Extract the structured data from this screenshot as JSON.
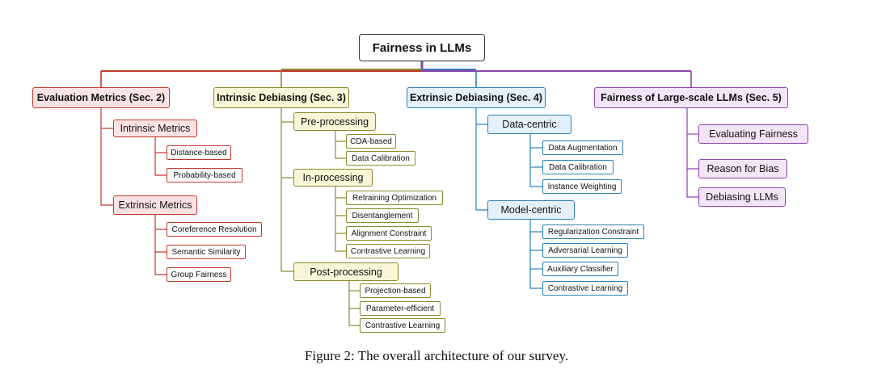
{
  "root": "Fairness in LLMs",
  "colors": {
    "red": "#c0392b",
    "olive": "#8c8a30",
    "blue": "#2f7fb8",
    "purple": "#8e44ad"
  },
  "categories": [
    {
      "label": "Evaluation Metrics (Sec. 2)",
      "color": "red",
      "children": [
        {
          "label": "Intrinsic Metrics",
          "leaves": [
            "Distance-based",
            "Probability-based"
          ]
        },
        {
          "label": "Extrinsic Metrics",
          "leaves": [
            "Coreference Resolution",
            "Semantic Similarity",
            "Group Fairness"
          ]
        }
      ]
    },
    {
      "label": "Intrinsic Debiasing (Sec. 3)",
      "color": "olive",
      "children": [
        {
          "label": "Pre-processing",
          "leaves": [
            "CDA-based",
            "Data Calibration"
          ]
        },
        {
          "label": "In-processing",
          "leaves": [
            "Retraining Optimization",
            "Disentanglement",
            "Alignment Constraint",
            "Contrastive Learning"
          ]
        },
        {
          "label": "Post-processing",
          "leaves": [
            "Projection-based",
            "Parameter-efficient",
            "Contrastive Learning"
          ]
        }
      ]
    },
    {
      "label": "Extrinsic Debiasing (Sec. 4)",
      "color": "blue",
      "children": [
        {
          "label": "Data-centric",
          "leaves": [
            "Data Augmentation",
            "Data Calibration",
            "Instance Weighting"
          ]
        },
        {
          "label": "Model-centric",
          "leaves": [
            "Regularization Constraint",
            "Adversarial Learning",
            "Auxiliary Classifier",
            "Contrastive Learning"
          ]
        }
      ]
    },
    {
      "label": "Fairness of Large-scale LLMs (Sec. 5)",
      "color": "purple",
      "children": [
        {
          "label": "Evaluating Fairness",
          "leaves": []
        },
        {
          "label": "Reason for Bias",
          "leaves": []
        },
        {
          "label": "Debiasing LLMs",
          "leaves": []
        }
      ]
    }
  ],
  "caption": "Figure 2: The overall architecture of our survey."
}
